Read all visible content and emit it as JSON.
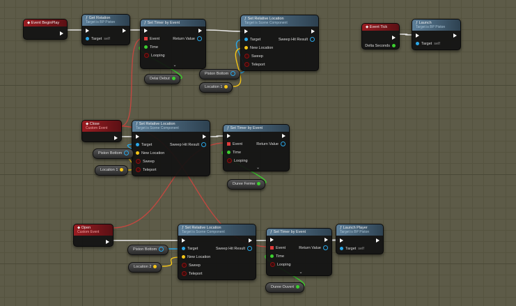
{
  "colors": {
    "exec": "#ffffff",
    "object": "#2aa7e8",
    "vector": "#f5c518",
    "bool": "#8a1010",
    "float": "#3ccf2f",
    "delegate": "#e03a3a",
    "wire_delegate": "#d8433f"
  },
  "nodes": {
    "begin_play": {
      "title": "Event BeginPlay",
      "kind": "event",
      "outs": [
        {
          "type": "exec"
        }
      ]
    },
    "get_rotation": {
      "title": "Get Rotation",
      "subtitle": "Target is BP Piston",
      "kind": "func",
      "exec_out": true,
      "ins": [
        {
          "label": "Target",
          "type": "object",
          "value": "self"
        }
      ]
    },
    "timer1": {
      "title": "Set Timer by Event",
      "kind": "func",
      "exec_out": true,
      "ins": [
        {
          "label": "Event",
          "type": "delegate"
        },
        {
          "label": "Time",
          "type": "float"
        },
        {
          "label": "Looping",
          "type": "bool"
        }
      ],
      "outs": [
        {
          "label": "Return Value",
          "type": "object"
        }
      ],
      "expand": true
    },
    "setloc1": {
      "title": "Set Relative Location",
      "subtitle": "Target is Scene Component",
      "kind": "func",
      "exec_out": true,
      "ins": [
        {
          "label": "Target",
          "type": "object"
        },
        {
          "label": "New Location",
          "type": "vector"
        },
        {
          "label": "Sweep",
          "type": "bool"
        },
        {
          "label": "Teleport",
          "type": "bool"
        }
      ],
      "outs": [
        {
          "label": "Sweep Hit Result",
          "type": "object"
        }
      ]
    },
    "tick": {
      "title": "Event Tick",
      "kind": "event",
      "outs": [
        {
          "type": "exec"
        },
        {
          "label": "Delta Seconds",
          "type": "float"
        }
      ]
    },
    "launch": {
      "title": "Launch",
      "subtitle": "Target is BP Piston",
      "kind": "func",
      "exec_out": true,
      "ins": [
        {
          "label": "Target",
          "type": "object",
          "value": "self"
        }
      ]
    },
    "close": {
      "title": "Close",
      "subtitle": "Custom Event",
      "kind": "event",
      "outs": [
        {
          "type": "exec"
        }
      ]
    },
    "setloc2": {
      "title": "Set Relative Location",
      "subtitle": "Target is Scene Component",
      "kind": "func",
      "exec_out": true,
      "ins": [
        {
          "label": "Target",
          "type": "object"
        },
        {
          "label": "New Location",
          "type": "vector"
        },
        {
          "label": "Sweep",
          "type": "bool"
        },
        {
          "label": "Teleport",
          "type": "bool"
        }
      ],
      "outs": [
        {
          "label": "Sweep Hit Result",
          "type": "object"
        }
      ]
    },
    "timer2": {
      "title": "Set Timer by Event",
      "kind": "func",
      "exec_out": true,
      "ins": [
        {
          "label": "Event",
          "type": "delegate"
        },
        {
          "label": "Time",
          "type": "float"
        },
        {
          "label": "Looping",
          "type": "bool"
        }
      ],
      "outs": [
        {
          "label": "Return Value",
          "type": "object"
        }
      ],
      "expand": true
    },
    "open": {
      "title": "Open",
      "subtitle": "Custom Event",
      "kind": "event",
      "outs": [
        {
          "type": "exec"
        }
      ]
    },
    "setloc3": {
      "title": "Set Relative Location",
      "subtitle": "Target is Scene Component",
      "kind": "func",
      "exec_out": true,
      "ins": [
        {
          "label": "Target",
          "type": "object"
        },
        {
          "label": "New Location",
          "type": "vector"
        },
        {
          "label": "Sweep",
          "type": "bool"
        },
        {
          "label": "Teleport",
          "type": "bool"
        }
      ],
      "outs": [
        {
          "label": "Sweep Hit Result",
          "type": "object"
        }
      ]
    },
    "timer3": {
      "title": "Set Timer by Event",
      "kind": "func",
      "exec_out": true,
      "ins": [
        {
          "label": "Event",
          "type": "delegate"
        },
        {
          "label": "Time",
          "type": "float"
        },
        {
          "label": "Looping",
          "type": "bool"
        }
      ],
      "outs": [
        {
          "label": "Return Value",
          "type": "object"
        }
      ],
      "expand": true
    },
    "launch_player": {
      "title": "Launch Player",
      "subtitle": "Target is BP Piston",
      "kind": "func",
      "exec_out": true,
      "ins": [
        {
          "label": "Target",
          "type": "object",
          "value": "self"
        }
      ]
    }
  },
  "variables": {
    "delai1": {
      "label": "Delai Debut",
      "type": "float"
    },
    "pb1": {
      "label": "Piston Bottom",
      "type": "object"
    },
    "loc1a": {
      "label": "Location 1",
      "type": "vector"
    },
    "pb2": {
      "label": "Piston Bottom",
      "type": "object"
    },
    "loc1b": {
      "label": "Location 1",
      "type": "vector"
    },
    "ferme": {
      "label": "Duree Ferme",
      "type": "float"
    },
    "pb3": {
      "label": "Piston Bottom",
      "type": "object"
    },
    "loc2": {
      "label": "Location 2",
      "type": "vector"
    },
    "ouvert": {
      "label": "Duree Ouvert",
      "type": "float"
    }
  }
}
